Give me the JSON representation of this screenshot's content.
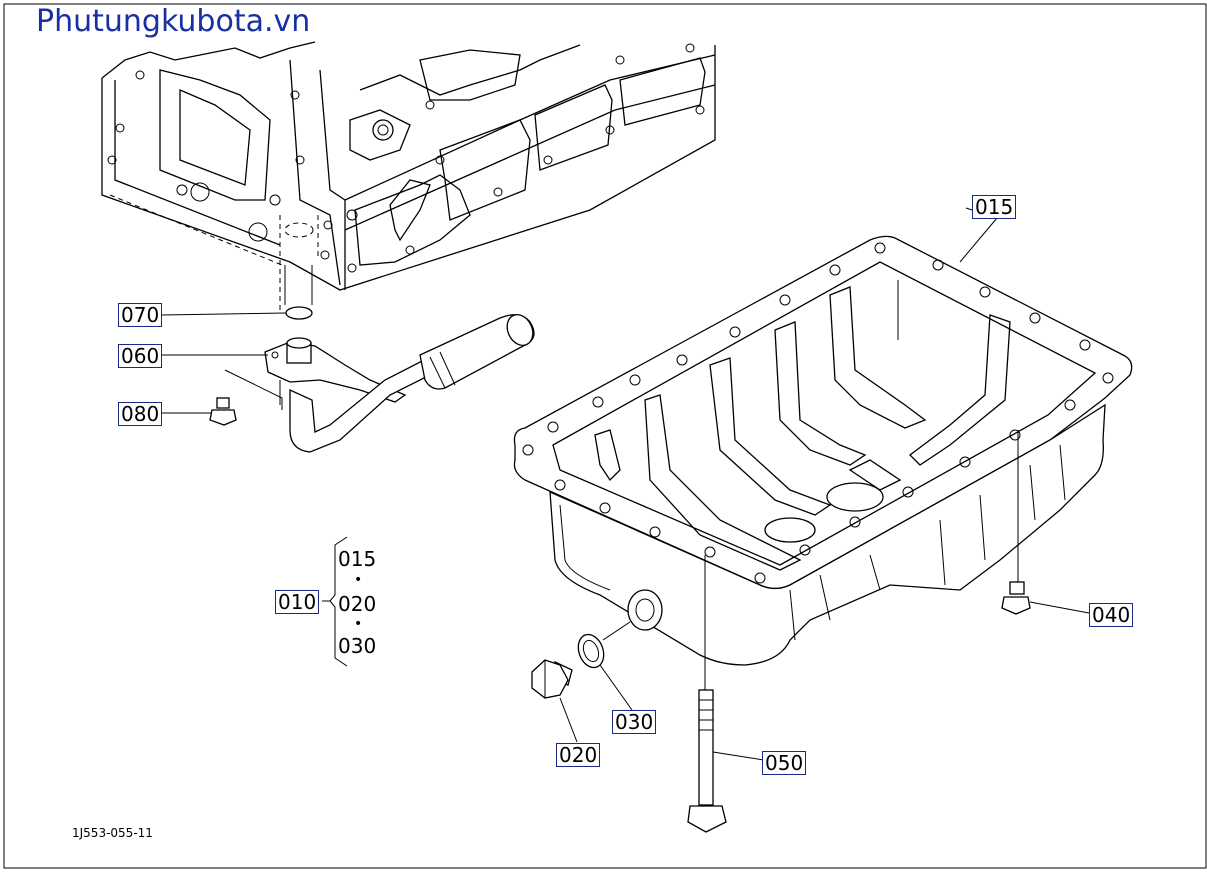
{
  "watermark": "Phutungkubota.vn",
  "figure_code": "1J553-055-11",
  "callouts": {
    "c015": "015",
    "c070": "070",
    "c060": "060",
    "c080": "080",
    "c010": "010",
    "c040": "040",
    "c030": "030",
    "c020": "020",
    "c050": "050"
  },
  "kit_list": {
    "item1": "015",
    "item2": "020",
    "item3": "030",
    "separator": "•"
  },
  "colors": {
    "watermark": "#1a2fa0",
    "callout_border": "#1a2a80"
  }
}
